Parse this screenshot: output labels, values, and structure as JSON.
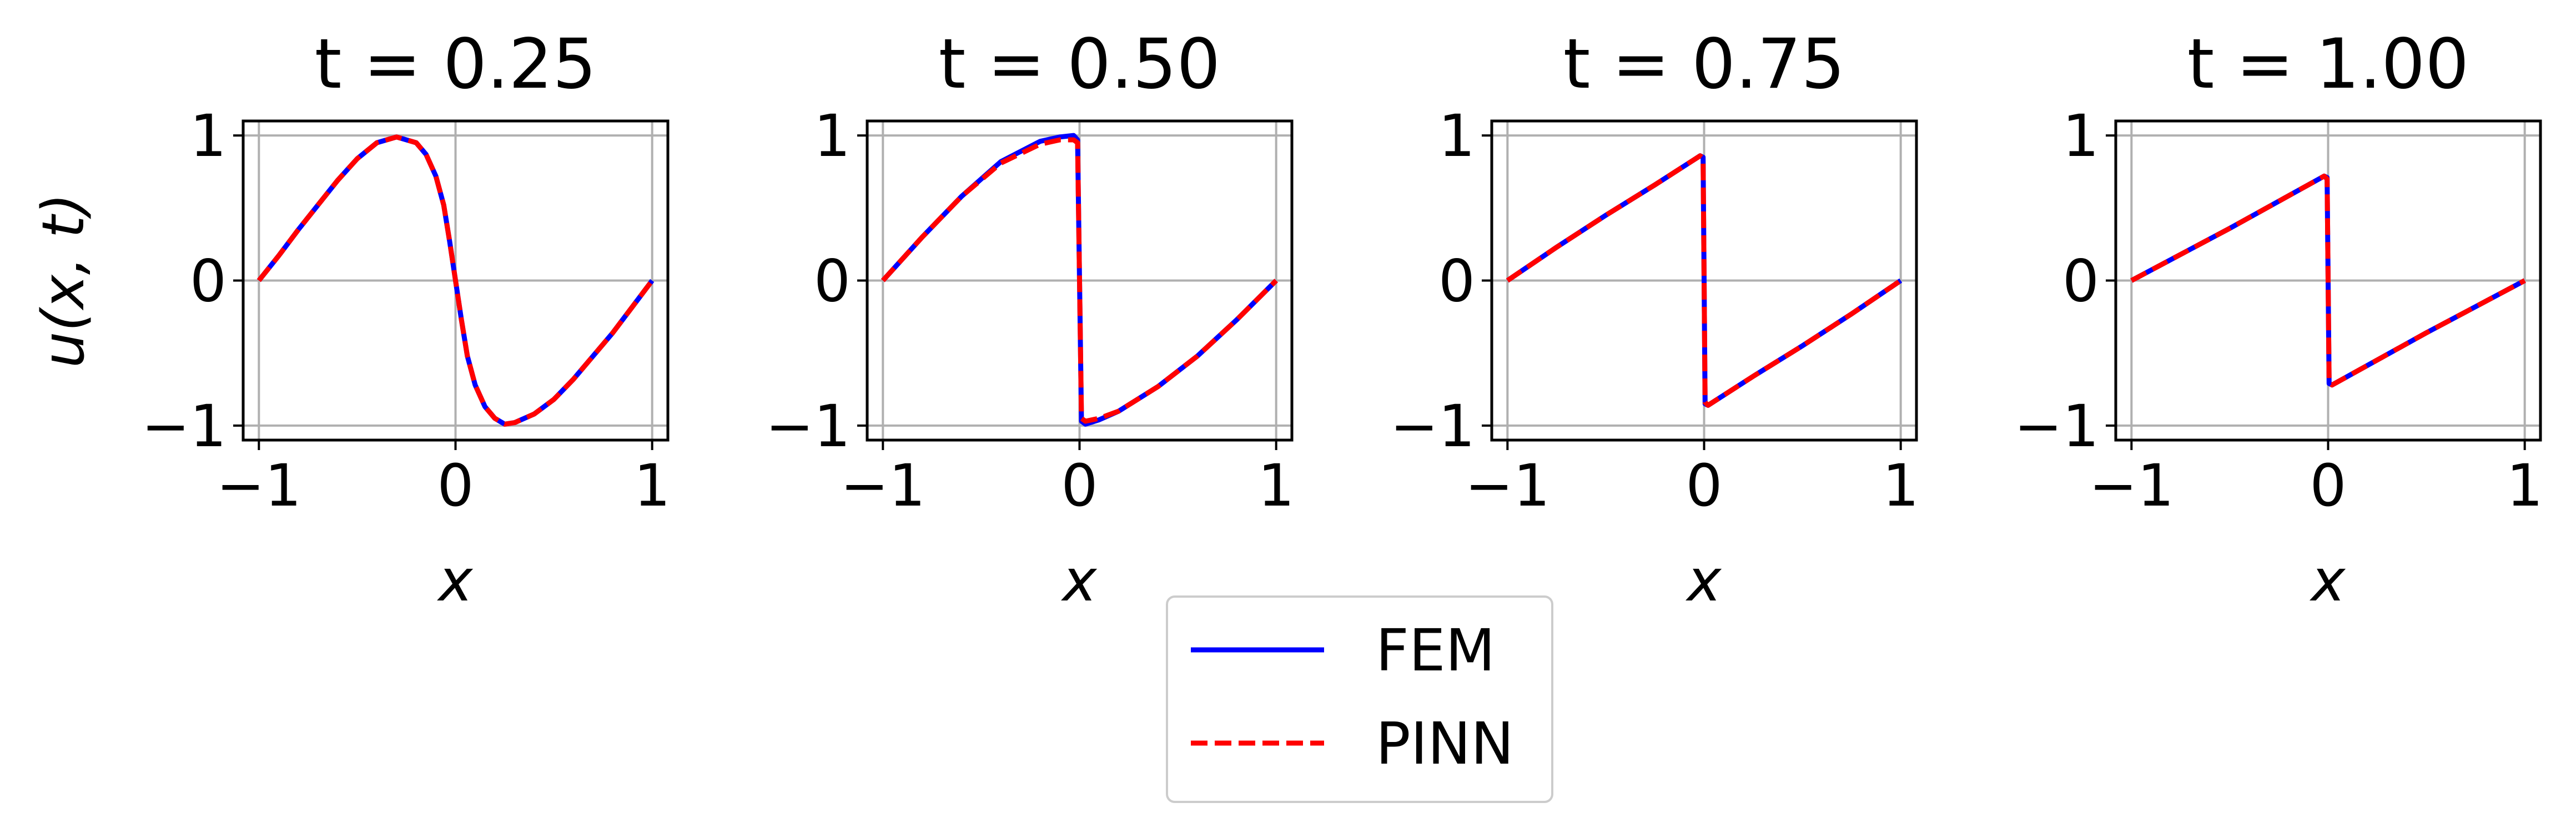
{
  "chart_data": [
    {
      "type": "line",
      "title": "t = 0.25",
      "xlabel": "x",
      "ylabel": "u(x, t)",
      "xlim": [
        -1.08,
        1.08
      ],
      "ylim": [
        -1.1,
        1.1
      ],
      "xticks": [
        {
          "value": -1,
          "label": "−1"
        },
        {
          "value": 0,
          "label": "0"
        },
        {
          "value": 1,
          "label": "1"
        }
      ],
      "yticks": [
        {
          "value": -1,
          "label": "−1"
        },
        {
          "value": 0,
          "label": "0"
        },
        {
          "value": 1,
          "label": "1"
        }
      ],
      "grid": true,
      "series": [
        {
          "name": "FEM",
          "color": "#0000ff",
          "style": "solid",
          "x": [
            -1.0,
            -0.9,
            -0.8,
            -0.7,
            -0.6,
            -0.5,
            -0.4,
            -0.3,
            -0.2,
            -0.15,
            -0.1,
            -0.06,
            -0.03,
            0.0,
            0.03,
            0.06,
            0.1,
            0.15,
            0.2,
            0.25,
            0.3,
            0.4,
            0.5,
            0.6,
            0.7,
            0.8,
            0.9,
            1.0
          ],
          "y": [
            0.0,
            0.17,
            0.35,
            0.52,
            0.69,
            0.84,
            0.95,
            0.99,
            0.95,
            0.87,
            0.72,
            0.52,
            0.27,
            0.0,
            -0.27,
            -0.52,
            -0.72,
            -0.87,
            -0.95,
            -0.99,
            -0.98,
            -0.92,
            -0.82,
            -0.68,
            -0.52,
            -0.36,
            -0.18,
            0.0
          ]
        },
        {
          "name": "PINN",
          "color": "#ff0000",
          "style": "dashed",
          "x": [
            -1.0,
            -0.9,
            -0.8,
            -0.7,
            -0.6,
            -0.5,
            -0.4,
            -0.3,
            -0.2,
            -0.15,
            -0.1,
            -0.06,
            -0.03,
            0.0,
            0.03,
            0.06,
            0.1,
            0.15,
            0.2,
            0.25,
            0.3,
            0.4,
            0.5,
            0.6,
            0.7,
            0.8,
            0.9,
            1.0
          ],
          "y": [
            0.0,
            0.17,
            0.35,
            0.52,
            0.69,
            0.84,
            0.95,
            0.99,
            0.95,
            0.87,
            0.72,
            0.52,
            0.27,
            0.0,
            -0.27,
            -0.52,
            -0.72,
            -0.87,
            -0.95,
            -0.99,
            -0.98,
            -0.92,
            -0.82,
            -0.68,
            -0.52,
            -0.36,
            -0.18,
            0.0
          ]
        }
      ]
    },
    {
      "type": "line",
      "title": "t = 0.50",
      "xlabel": "x",
      "ylabel": "",
      "xlim": [
        -1.08,
        1.08
      ],
      "ylim": [
        -1.1,
        1.1
      ],
      "xticks": [
        {
          "value": -1,
          "label": "−1"
        },
        {
          "value": 0,
          "label": "0"
        },
        {
          "value": 1,
          "label": "1"
        }
      ],
      "yticks": [
        {
          "value": -1,
          "label": "−1"
        },
        {
          "value": 0,
          "label": "0"
        },
        {
          "value": 1,
          "label": "1"
        }
      ],
      "grid": true,
      "series": [
        {
          "name": "FEM",
          "color": "#0000ff",
          "style": "solid",
          "x": [
            -1.0,
            -0.8,
            -0.6,
            -0.4,
            -0.2,
            -0.1,
            -0.03,
            -0.01,
            0.0,
            0.01,
            0.03,
            0.1,
            0.2,
            0.4,
            0.6,
            0.8,
            1.0
          ],
          "y": [
            0.0,
            0.3,
            0.58,
            0.82,
            0.96,
            0.99,
            1.0,
            0.97,
            0.0,
            -0.97,
            -0.99,
            -0.96,
            -0.9,
            -0.73,
            -0.52,
            -0.27,
            0.0
          ]
        },
        {
          "name": "PINN",
          "color": "#ff0000",
          "style": "dashed",
          "x": [
            -1.0,
            -0.8,
            -0.6,
            -0.4,
            -0.2,
            -0.1,
            -0.03,
            -0.01,
            0.0,
            0.01,
            0.03,
            0.1,
            0.2,
            0.4,
            0.6,
            0.8,
            1.0
          ],
          "y": [
            0.0,
            0.3,
            0.58,
            0.81,
            0.94,
            0.97,
            0.97,
            0.95,
            0.0,
            -0.95,
            -0.97,
            -0.95,
            -0.9,
            -0.73,
            -0.52,
            -0.27,
            0.0
          ]
        }
      ]
    },
    {
      "type": "line",
      "title": "t = 0.75",
      "xlabel": "x",
      "ylabel": "",
      "xlim": [
        -1.08,
        1.08
      ],
      "ylim": [
        -1.1,
        1.1
      ],
      "xticks": [
        {
          "value": -1,
          "label": "−1"
        },
        {
          "value": 0,
          "label": "0"
        },
        {
          "value": 1,
          "label": "1"
        }
      ],
      "yticks": [
        {
          "value": -1,
          "label": "−1"
        },
        {
          "value": 0,
          "label": "0"
        },
        {
          "value": 1,
          "label": "1"
        }
      ],
      "grid": true,
      "series": [
        {
          "name": "FEM",
          "color": "#0000ff",
          "style": "solid",
          "x": [
            -1.0,
            -0.75,
            -0.5,
            -0.25,
            -0.02,
            -0.005,
            0.0,
            0.005,
            0.02,
            0.25,
            0.5,
            0.75,
            1.0
          ],
          "y": [
            0.0,
            0.23,
            0.45,
            0.66,
            0.86,
            0.85,
            0.0,
            -0.85,
            -0.86,
            -0.66,
            -0.45,
            -0.23,
            0.0
          ]
        },
        {
          "name": "PINN",
          "color": "#ff0000",
          "style": "dashed",
          "x": [
            -1.0,
            -0.75,
            -0.5,
            -0.25,
            -0.02,
            -0.005,
            0.0,
            0.005,
            0.02,
            0.25,
            0.5,
            0.75,
            1.0
          ],
          "y": [
            0.0,
            0.23,
            0.45,
            0.66,
            0.86,
            0.84,
            0.0,
            -0.84,
            -0.86,
            -0.66,
            -0.45,
            -0.23,
            0.0
          ]
        }
      ]
    },
    {
      "type": "line",
      "title": "t = 1.00",
      "xlabel": "x",
      "ylabel": "",
      "xlim": [
        -1.08,
        1.08
      ],
      "ylim": [
        -1.1,
        1.1
      ],
      "xticks": [
        {
          "value": -1,
          "label": "−1"
        },
        {
          "value": 0,
          "label": "0"
        },
        {
          "value": 1,
          "label": "1"
        }
      ],
      "yticks": [
        {
          "value": -1,
          "label": "−1"
        },
        {
          "value": 0,
          "label": "0"
        },
        {
          "value": 1,
          "label": "1"
        }
      ],
      "grid": true,
      "series": [
        {
          "name": "FEM",
          "color": "#0000ff",
          "style": "solid",
          "x": [
            -1.0,
            -0.5,
            -0.02,
            -0.005,
            0.0,
            0.005,
            0.02,
            0.5,
            1.0
          ],
          "y": [
            0.0,
            0.36,
            0.72,
            0.71,
            0.0,
            -0.71,
            -0.72,
            -0.36,
            0.0
          ]
        },
        {
          "name": "PINN",
          "color": "#ff0000",
          "style": "dashed",
          "x": [
            -1.0,
            -0.5,
            -0.02,
            -0.005,
            0.0,
            0.005,
            0.02,
            0.5,
            1.0
          ],
          "y": [
            0.0,
            0.36,
            0.72,
            0.7,
            0.0,
            -0.7,
            -0.72,
            -0.36,
            0.0
          ]
        }
      ]
    }
  ],
  "legend": {
    "placement": "bottom-center",
    "entries": [
      {
        "label": "FEM",
        "color": "#0000ff",
        "style": "solid"
      },
      {
        "label": "PINN",
        "color": "#ff0000",
        "style": "dashed"
      }
    ]
  }
}
